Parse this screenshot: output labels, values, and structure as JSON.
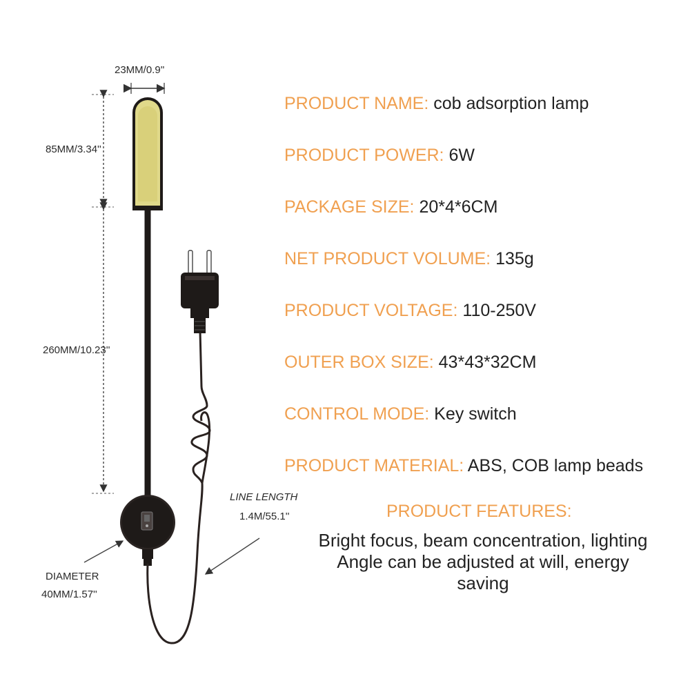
{
  "dimensions": {
    "head_width": "23MM/0.9''",
    "head_height": "85MM/3.34''",
    "arm_length": "260MM/10.23''",
    "line_length_title": "LINE LENGTH",
    "line_length_value": "1.4M/55.1''",
    "diameter_title": "DIAMETER",
    "diameter_value": "40MM/1.57''"
  },
  "specs": [
    {
      "key": "PRODUCT NAME:",
      "value": "cob adsorption lamp"
    },
    {
      "key": "PRODUCT POWER:",
      "value": "6W"
    },
    {
      "key": "PACKAGE SIZE:",
      "value": "20*4*6CM"
    },
    {
      "key": "NET PRODUCT VOLUME:",
      "value": "135g"
    },
    {
      "key": "PRODUCT VOLTAGE:",
      "value": "110-250V"
    },
    {
      "key": "OUTER BOX SIZE:",
      "value": "43*43*32CM"
    },
    {
      "key": "CONTROL MODE:",
      "value": "Key switch"
    },
    {
      "key": "PRODUCT MATERIAL:",
      "value": "ABS, COB lamp beads"
    }
  ],
  "features": {
    "title": "PRODUCT FEATURES:",
    "text": "Bright focus, beam concentration, lighting Angle can be adjusted at will, energy saving"
  },
  "colors": {
    "accent": "#f0a050",
    "text": "#222222",
    "lamp_panel": "#e0d98a",
    "lamp_body": "#1e1a18"
  }
}
